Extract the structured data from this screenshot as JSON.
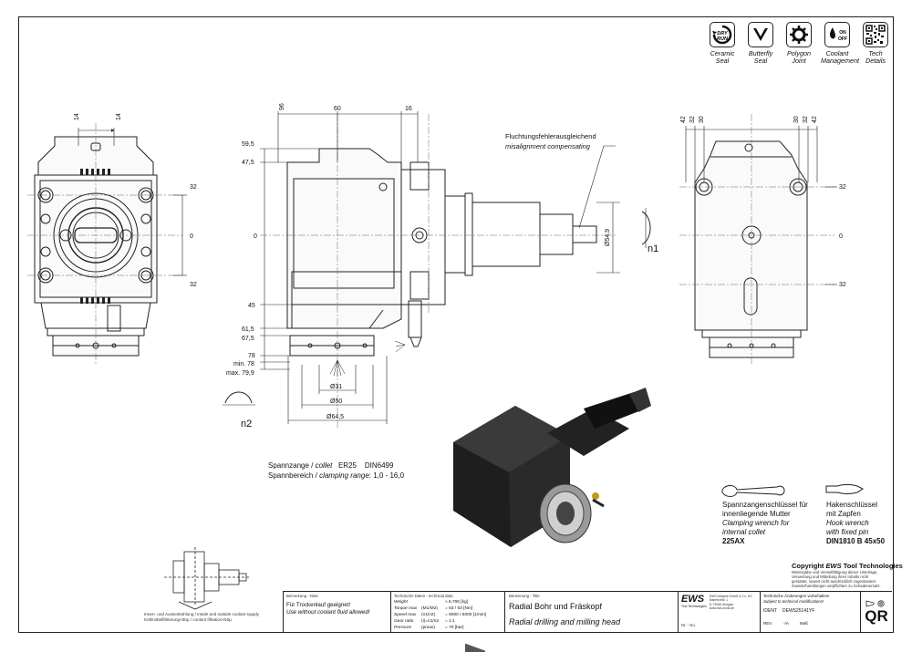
{
  "features": [
    {
      "icon": "dry-run-icon",
      "label": "Ceramic\nSeal",
      "badge": "DRY\nRUN"
    },
    {
      "icon": "butterfly-seal-icon",
      "label": "Butterfly\nSeal"
    },
    {
      "icon": "polygon-joint-icon",
      "label": "Polygon\nJoint"
    },
    {
      "icon": "coolant-management-icon",
      "label": "Coolant\nManagement",
      "badge_on": "ON",
      "badge_off": "OFF"
    },
    {
      "icon": "qr-code-icon",
      "label": "Tech\nDetails"
    }
  ],
  "front_view": {
    "dims": {
      "top_left": "14",
      "top_right": "14",
      "r_top": "32",
      "r_mid": "0",
      "r_bot": "32"
    }
  },
  "side_view": {
    "top_dims": [
      "96",
      "60",
      "16"
    ],
    "left_dims": [
      "59,5",
      "47,5",
      "0",
      "45",
      "61,5",
      "67,5",
      "78",
      "min. 78",
      "max. 79,9"
    ],
    "diam_dims": [
      "Ø31",
      "Ø50",
      "Ø64,5"
    ],
    "shaft_diam": "Ø54,9",
    "n1": "n1",
    "n2": "n2",
    "misalign_de": "Fluchtungsfehlerausgleichend",
    "misalign_en": "misalignment compensating"
  },
  "right_view": {
    "top_dims": [
      "42",
      "32",
      "30",
      "30",
      "32",
      "42"
    ],
    "r_top": "32",
    "r_mid": "0",
    "r_bot": "32"
  },
  "collet": {
    "line1_de": "Spannzange /",
    "line1_en": "collet",
    "line1_val": "ER25    DIN6499",
    "line2_de": "Spannbereich /",
    "line2_en": "clamping range",
    "line2_val": "1,0 - 16,0"
  },
  "wrench1": {
    "de1": "Spannzangenschlüssel für",
    "de2": "innenliegende Mutter",
    "en1": "Clamping wrench for",
    "en2": "internal collet",
    "code": "225AX"
  },
  "wrench2": {
    "de1": "Hakenschlüssel",
    "de2": "mit Zapfen",
    "en1": "Hook wrench",
    "en2": "with fixed pin",
    "code": "DIN1810 B 45x50"
  },
  "copyright": {
    "title_prefix": "Copyright",
    "brand": "EWS",
    "title_suffix": "Tool Technologies",
    "lines": [
      "Weitergabe und Vervielfältigung dieser Unterlage,",
      "Verwertung und Mitteilung ihres Inhalts nicht",
      "gestattet, soweit nicht ausdrücklich zugestanden.",
      "Zuwiderhandlungen verpflichten zu Schadenersatz."
    ]
  },
  "coolant_caption": {
    "line1": "Innen- und Aussenkühlung / inside and outside coolant supply",
    "line2": "Kühlmittelfiltrierung<50μ / coolant filtration<50μ"
  },
  "title_block": {
    "remark_hdr": "Bemerkung - Note",
    "remark_de": "Für Trockenlauf geeignet!",
    "remark_en": "Use without coolant fluid allowed!",
    "tech_hdr": "Technische Daten - technical data",
    "tech_rows": [
      {
        "k": "Weight",
        "u": "",
        "v": "≈ 6.706   [kg]"
      },
      {
        "k": "Torque max",
        "u": "(M1/M2)",
        "v": "= 63 / 63 [Nm]"
      },
      {
        "k": "Speed max",
        "u": "(n1/n2)",
        "v": "= 6000 / 6000 [1/min]"
      },
      {
        "k": "Gear ratio",
        "u": "(i)=n1/n2",
        "v": "= 1:1"
      },
      {
        "k": "Pressure",
        "u": "(pmax)",
        "v": "= 70 [bar]"
      }
    ],
    "name_hdr": "Benennung - Title",
    "name_de": "Radial Bohr und Fräskopf",
    "name_en": "Radial drilling and milling head",
    "logo": "EWS",
    "logo_sub": "Tool Technologies",
    "company": [
      "EWS Weigele GmbH & Co. KG",
      "Maierhofstr. 1",
      "D-73066 Uhingen",
      "www.ews-tools.de"
    ],
    "changes_de": "Technische Änderungen vorbehalten!",
    "changes_en": "Subject to technical modifications!",
    "ident_label": "IDENT",
    "ident_val": "DEWS25141YF",
    "rev_label": "REV.",
    "rev_val": "-/A",
    "format": "QR",
    "nr_label": "Nr. - No.",
    "scale_label": "Maß"
  }
}
